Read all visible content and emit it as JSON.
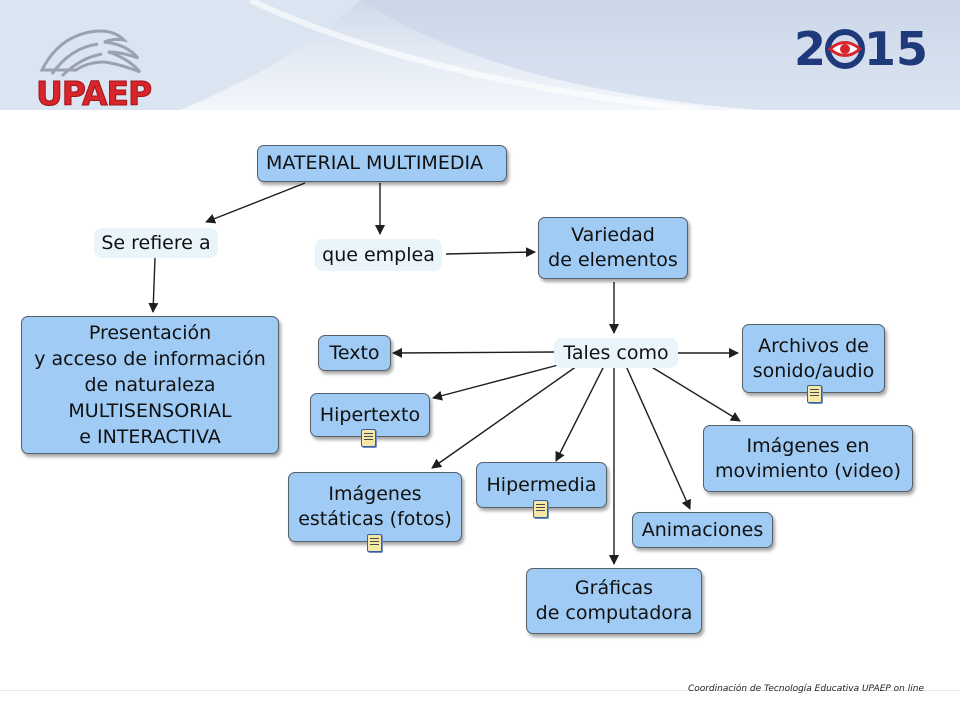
{
  "header": {
    "logo_left_text": "UPAEP",
    "logo_right_digits": [
      "2",
      "15"
    ],
    "brand_red": "#d8242b",
    "brand_blue": "#1f3a7a"
  },
  "concept_map": {
    "root": "MATERIAL MULTIMEDIA",
    "link_refers": "Se refiere a",
    "link_uses": "que emplea",
    "link_such_as": "Tales como",
    "definition": "Presentación\ny acceso de información\nde naturaleza\nMULTISENSORIAL\ne INTERACTIVA",
    "variety": "Variedad\nde elementos",
    "elements": {
      "texto": "Texto",
      "hipertexto": "Hipertexto",
      "imagenes_estaticas": "Imágenes\nestáticas (fotos)",
      "hipermedia": "Hipermedia",
      "graficas": "Gráficas\nde computadora",
      "animaciones": "Animaciones",
      "imagenes_movimiento": "Imágenes en\nmovimiento (video)",
      "archivos_audio": "Archivos de\nsonido/audio"
    },
    "node_fill": "#9fcbf4",
    "link_fill": "#e9f5fb"
  },
  "footer": {
    "credit": "Coordinación  de Tecnología Educativa UPAEP on line"
  }
}
